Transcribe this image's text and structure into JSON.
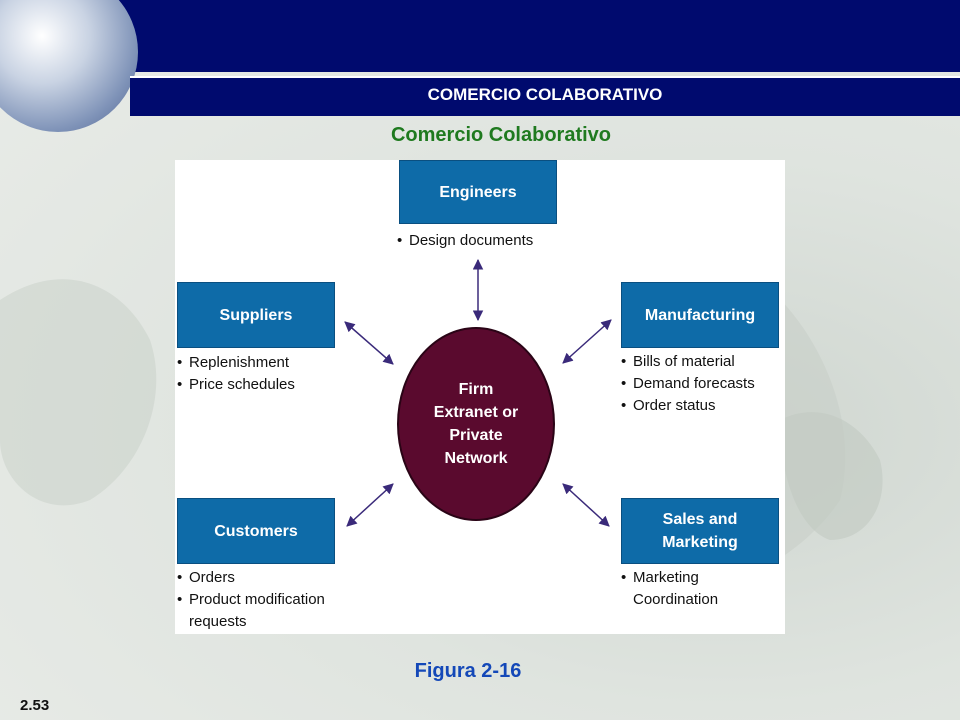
{
  "header": {
    "banner_title": "COMERCIO COLABORATIVO"
  },
  "slide": {
    "title": "Comercio Colaborativo",
    "caption": "Figura 2-16",
    "number": "2.53"
  },
  "diagram": {
    "center": "Firm\nExtranet or\nPrivate\nNetwork",
    "nodes": {
      "engineers": {
        "label": "Engineers",
        "items": [
          "Design documents"
        ]
      },
      "suppliers": {
        "label": "Suppliers",
        "items": [
          "Replenishment",
          "Price schedules"
        ]
      },
      "manufacturing": {
        "label": "Manufacturing",
        "items": [
          "Bills of material",
          "Demand forecasts",
          "Order status"
        ]
      },
      "customers": {
        "label": "Customers",
        "items": [
          "Orders",
          "Product modification requests"
        ]
      },
      "sales": {
        "label": "Sales and Marketing",
        "items": [
          "Marketing Coordination"
        ]
      }
    }
  },
  "colors": {
    "banner": "#000a6e",
    "box": "#0e6ba8",
    "center": "#5a0a2e",
    "title": "#1f7a1f",
    "caption": "#1448b8",
    "arrow": "#3a2a7a"
  }
}
